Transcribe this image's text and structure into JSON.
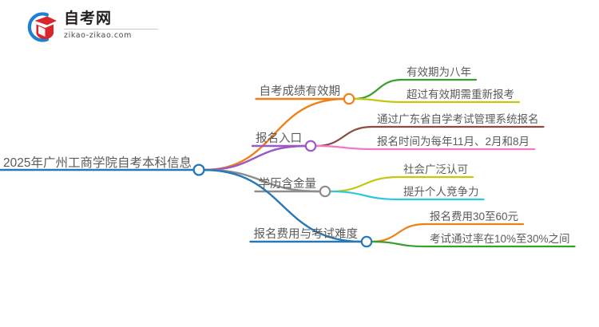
{
  "logo": {
    "title": "自考网",
    "subtitle": "zikao-zikao.com",
    "mark_name": "zikao-logo-mark",
    "colors": {
      "arc": "#1f7fd0",
      "book": "#d9262c",
      "cap": "#7b2d8e"
    }
  },
  "mindmap": {
    "root": {
      "label": "2025年广州工商学院自考本科信息",
      "color": "#2878b5"
    },
    "branches": [
      {
        "label": "自考成绩有效期",
        "color": "#ef8017",
        "children": [
          {
            "label": "有效期为八年",
            "color": "#35a02e"
          },
          {
            "label": "超过有效期需重新报考",
            "color": "#c6c511"
          }
        ]
      },
      {
        "label": "报名入口",
        "color": "#9a59c5",
        "children": [
          {
            "label": "通过广东省自学考试管理系统报名",
            "color": "#8a4a42"
          },
          {
            "label": "报名时间为每年11月、2月和8月",
            "color": "#f178c5"
          }
        ]
      },
      {
        "label": "学历含金量",
        "color": "#8d8d8d",
        "children": [
          {
            "label": "社会广泛认可",
            "color": "#c6c511"
          },
          {
            "label": "提升个人竞争力",
            "color": "#2ec5e0"
          }
        ]
      },
      {
        "label": "报名费用与考试难度",
        "color": "#2878b5",
        "children": [
          {
            "label": "报名费用30至60元",
            "color": "#ef8017"
          },
          {
            "label": "考试通过率在10%至30%之间",
            "color": "#35a02e"
          }
        ]
      }
    ]
  }
}
